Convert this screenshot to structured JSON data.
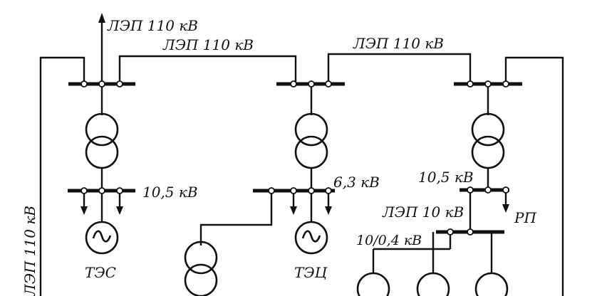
{
  "labels": {
    "line_top_left": "ЛЭП 110 кВ",
    "line_top_mid": "ЛЭП 110 кВ",
    "line_top_right": "ЛЭП 110 кВ",
    "line_left_vertical": "ЛЭП 110 кВ",
    "tes_bus_voltage": "10,5 кВ",
    "tec_bus_voltage": "6,3 кВ",
    "rp_bus_voltage": "10,5 кВ",
    "line_10kv": "ЛЭП 10 кВ",
    "rp": "РП",
    "substation_voltage": "10/0,4 кВ",
    "tes": "ТЭС",
    "tec": "ТЭЦ"
  }
}
